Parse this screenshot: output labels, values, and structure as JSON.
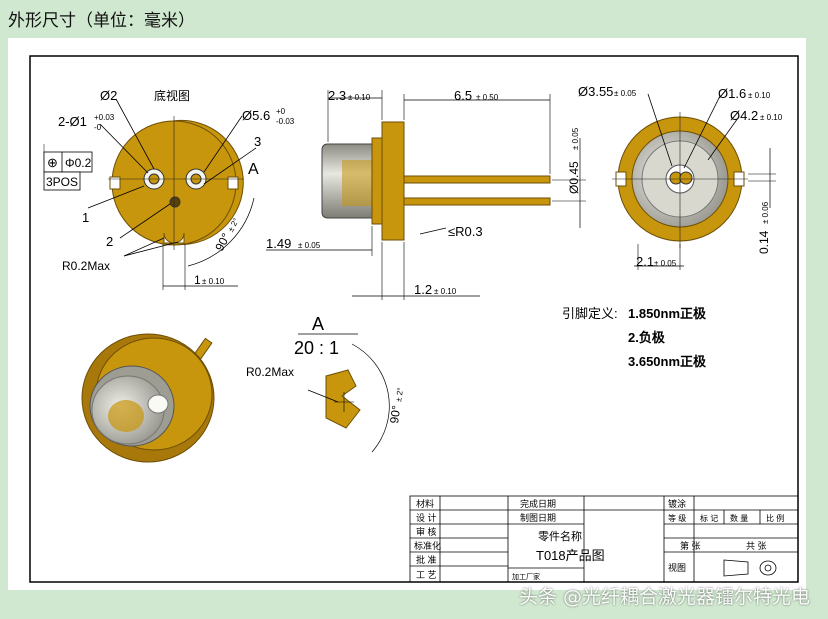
{
  "page_title": "外形尺寸（单位：毫米）",
  "bottom_view": {
    "label": "底视图",
    "dim_hole_pos": "Ø2",
    "dim_pins": "2-Ø1",
    "dim_pins_tol_upper": "+0.03",
    "dim_pins_tol_lower": "-0",
    "dim_outer": "Ø5.6",
    "dim_outer_tol_upper": "+0",
    "dim_outer_tol_lower": "-0.03",
    "gdt_symbol": "⊕",
    "gdt_value": "Φ0.2",
    "gdt_count": "3POS",
    "pin1": "1",
    "pin2": "2",
    "pin3": "3",
    "section_ref": "A",
    "notch_radius": "R0.2Max",
    "notch_angle": "90°",
    "notch_angle_tol": "± 2°",
    "notch_width": "1",
    "notch_width_tol": "± 0.10"
  },
  "side_view": {
    "dim_cap": "2.3",
    "dim_cap_tol": "± 0.10",
    "dim_lead": "6.5",
    "dim_lead_tol": "± 0.50",
    "dim_lead_dia": "Ø0.45",
    "dim_lead_dia_tol": "± 0.05",
    "dim_radius": "≤R0.3",
    "dim_flange_pos": "1.49",
    "dim_flange_pos_tol": "± 0.05",
    "dim_flange": "1.2",
    "dim_flange_tol": "± 0.10"
  },
  "front_view": {
    "dim_window": "Ø3.55",
    "dim_window_tol": "± 0.05",
    "dim_center": "Ø1.6",
    "dim_center_tol": "± 0.10",
    "dim_inner": "Ø4.2",
    "dim_inner_tol": "± 0.10",
    "dim_offset_x": "2.1",
    "dim_offset_x_tol": "± 0.05",
    "dim_offset_y": "0.14",
    "dim_offset_y_tol": "± 0.06"
  },
  "detail": {
    "label": "A",
    "scale": "20 : 1",
    "radius": "R0.2Max",
    "angle": "90°",
    "angle_tol": "± 2°"
  },
  "pin_definition": {
    "title": "引脚定义:",
    "items": [
      "1.850nm正极",
      "2.负极",
      "3.650nm正极"
    ]
  },
  "title_block": {
    "material": "材料",
    "design": "设 计",
    "review": "审 核",
    "standard": "标准化",
    "approve": "批 准",
    "craft": "工 艺",
    "finish_date": "完成日期",
    "draw_date": "制图日期",
    "part_name_label": "零件名称",
    "part_name": "T018产品图",
    "factory": "加工厂家",
    "coating": "镀涂",
    "grade": "等 级",
    "mark": "标 记",
    "quantity": "数 量",
    "ratio": "比 例",
    "sheet_no": "第  张",
    "sheet_total": "共  张",
    "view": "视图"
  },
  "watermark": "头条 @光纤耦合激光器镭尔特光电",
  "colors": {
    "gold": "#c8960c",
    "gold_dark": "#8a6508",
    "background": "#cfe8cf"
  }
}
